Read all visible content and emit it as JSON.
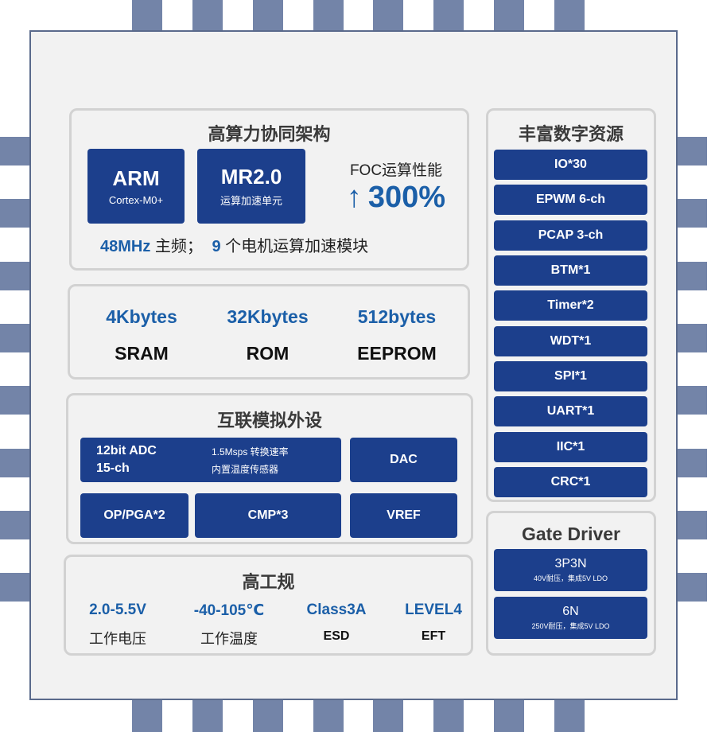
{
  "colors": {
    "accent_blue": "#1b5fa8",
    "box_fill": "#1c3f8c",
    "pin": "#7384a8",
    "panel_border": "#d2d2d2",
    "chip_bg": "#f2f2f2"
  },
  "compute": {
    "title": "高算力协同架构",
    "arm_title": "ARM",
    "arm_sub": "Cortex-M0+",
    "mr_title": "MR2.0",
    "mr_sub": "运算加速单元",
    "foc_label": "FOC运算性能",
    "perf_arrow": "↑",
    "perf_value": "300%",
    "freq": "48MHz",
    "freq_text": "主频；",
    "accel_count": "9",
    "accel_text": "个电机运算加速模块"
  },
  "memory": [
    {
      "size": "4Kbytes",
      "type": "SRAM"
    },
    {
      "size": "32Kbytes",
      "type": "ROM"
    },
    {
      "size": "512bytes",
      "type": "EEPROM"
    }
  ],
  "analog": {
    "title": "互联模拟外设",
    "adc_line1": "12bit ADC",
    "adc_line2": "15-ch",
    "adc_note1": "1.5Msps 转换速率",
    "adc_note2": "内置温度传感器",
    "dac": "DAC",
    "op": "OP/PGA*2",
    "cmp": "CMP*3",
    "vref": "VREF"
  },
  "reliability": {
    "title": "高工规",
    "items": [
      {
        "value": "2.0-5.5V",
        "label": "工作电压"
      },
      {
        "value": "-40-105℃",
        "label": "工作温度"
      },
      {
        "value": "Class3A",
        "label": "ESD"
      },
      {
        "value": "LEVEL4",
        "label": "EFT"
      }
    ]
  },
  "digital": {
    "title": "丰富数字资源",
    "items": [
      "IO*30",
      "EPWM 6-ch",
      "PCAP 3-ch",
      "BTM*1",
      "Timer*2",
      "WDT*1",
      "SPI*1",
      "UART*1",
      "IIC*1",
      "CRC*1"
    ]
  },
  "gate": {
    "title": "Gate Driver",
    "items": [
      {
        "name": "3P3N",
        "desc": "40V耐压，集成5V LDO"
      },
      {
        "name": "6N",
        "desc": "250V耐压，集成5V LDO"
      }
    ]
  }
}
